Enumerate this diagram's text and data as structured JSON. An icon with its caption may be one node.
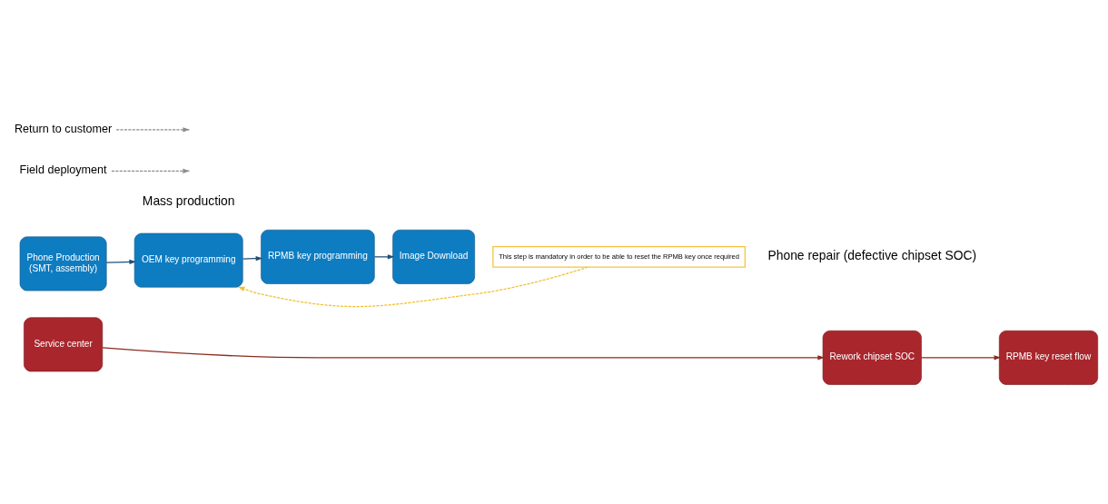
{
  "diagram": {
    "nodes": [
      {
        "text": [
          "Phone Production",
          "(SMT, assembly)"
        ]
      },
      {
        "text": [
          "OEM key programming"
        ]
      },
      {
        "text": [
          "RPMB key programming"
        ]
      },
      {
        "text": [
          "Image Download"
        ]
      },
      {
        "text": [
          "Field deployment"
        ]
      },
      {
        "text": [
          "This step is mandatory in order to be able to reset the RPMB key once required"
        ]
      },
      {
        "text": [
          "Service center"
        ]
      },
      {
        "text": [
          "Rework chipset SOC"
        ]
      },
      {
        "text": [
          "RPMB key reset flow"
        ]
      },
      {
        "text": [
          "Return to customer"
        ]
      }
    ],
    "edges": [
      {
        "from": 0,
        "to": 1,
        "arrow": "to",
        "color": "#1f4e79"
      },
      {
        "from": 1,
        "to": 2,
        "arrow": "to",
        "color": "#1f4e79"
      },
      {
        "from": 2,
        "to": 3,
        "arrow": "to",
        "color": "#1f4e79"
      },
      {
        "from": 4,
        "to": null,
        "arrow": "to",
        "style": "dashed",
        "color": "#8c8c8c"
      },
      {
        "from": 5,
        "to": 1,
        "arrow": "to",
        "style": "dashed",
        "color": "#f0c030"
      },
      {
        "from": 6,
        "to": 7,
        "arrow": "to",
        "color": "#8b2a1e"
      },
      {
        "from": 7,
        "to": 8,
        "arrow": "to",
        "color": "#8b2a1e"
      },
      {
        "from": 9,
        "to": null,
        "arrow": "to",
        "style": "dashed",
        "color": "#8c8c8c"
      }
    ],
    "labels": [
      "Mass production",
      "Phone repair (defective chipset SOC)"
    ]
  }
}
